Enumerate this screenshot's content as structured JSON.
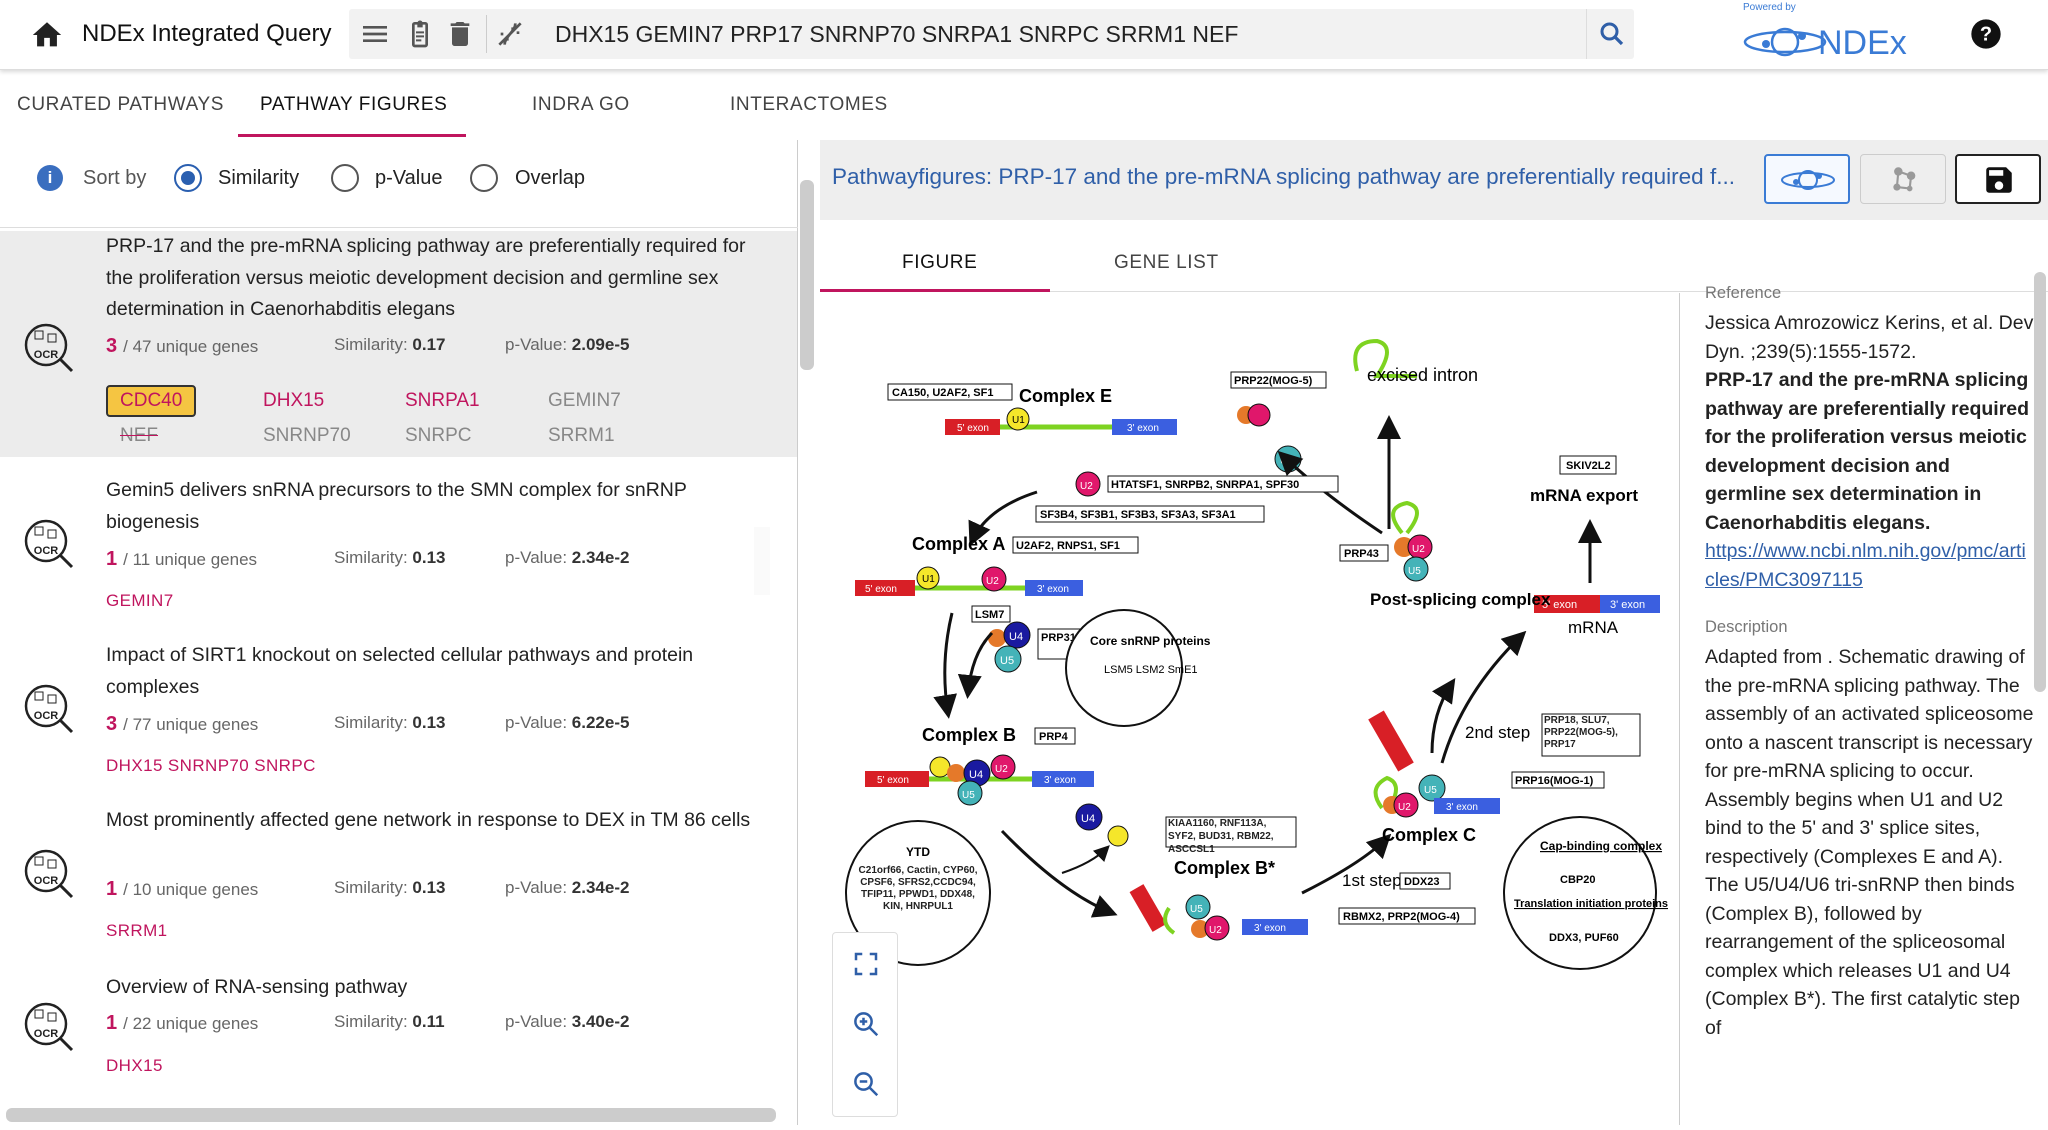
{
  "app": {
    "title": "NDEx Integrated Query",
    "query": "DHX15 GEMIN7 PRP17 SNRNP70 SNRPA1 SNRPC SRRM1 NEF",
    "powered_by": "Powered by",
    "logo_text": "NDEx"
  },
  "tabs": [
    {
      "label": "CURATED PATHWAYS"
    },
    {
      "label": "PATHWAY FIGURES"
    },
    {
      "label": "INDRA GO"
    },
    {
      "label": "INTERACTOMES"
    }
  ],
  "sort": {
    "label": "Sort by",
    "options": [
      "Similarity",
      "p-Value",
      "Overlap"
    ],
    "selected": "Similarity"
  },
  "results": [
    {
      "title": "PRP-17 and the pre-mRNA splicing pathway are preferentially required for the proliferation versus meiotic development decision and germline sex determination in Caenorhabditis elegans",
      "hits": "3",
      "total": "/ 47 unique genes",
      "similarity_label": "Similarity:",
      "similarity": "0.17",
      "pvalue_label": "p-Value:",
      "pvalue": "2.09e-5",
      "genes": [
        "CDC40",
        "DHX15",
        "SNRPA1",
        "GEMIN7",
        "NEF",
        "SNRNP70",
        "SNRPC",
        "SRRM1"
      ]
    },
    {
      "title": "Gemin5 delivers snRNA precursors to the SMN complex for snRNP biogenesis",
      "hits": "1",
      "total": "/ 11 unique genes",
      "similarity_label": "Similarity:",
      "similarity": "0.13",
      "pvalue_label": "p-Value:",
      "pvalue": "2.34e-2",
      "genes": "GEMIN7"
    },
    {
      "title": "Impact of SIRT1 knockout on selected cellular pathways and protein complexes",
      "hits": "3",
      "total": "/ 77 unique genes",
      "similarity_label": "Similarity:",
      "similarity": "0.13",
      "pvalue_label": "p-Value:",
      "pvalue": "6.22e-5",
      "genes": "DHX15 SNRNP70 SNRPC"
    },
    {
      "title": "Most prominently affected gene network in response to DEX in TM 86 cells",
      "hits": "1",
      "total": "/ 10 unique genes",
      "similarity_label": "Similarity:",
      "similarity": "0.13",
      "pvalue_label": "p-Value:",
      "pvalue": "2.34e-2",
      "genes": "SRRM1"
    },
    {
      "title": "Overview of RNA-sensing pathway",
      "hits": "1",
      "total": "/ 22 unique genes",
      "similarity_label": "Similarity:",
      "similarity": "0.11",
      "pvalue_label": "p-Value:",
      "pvalue": "3.40e-2",
      "genes": "DHX15"
    }
  ],
  "viewer": {
    "title": "Pathwayfigures: PRP-17 and the pre-mRNA splicing pathway are preferentially required f...",
    "tabs": [
      "FIGURE",
      "GENE LIST"
    ],
    "reference_label": "Reference",
    "reference_authors": "Jessica Amrozowicz Kerins, et al. Dev Dyn. ;239(5):1555-1572.",
    "reference_title": "PRP-17 and the pre-mRNA splicing pathway are preferentially required for the proliferation versus meiotic development decision and germline sex determination in Caenorhabditis elegans.",
    "reference_link": "https://www.ncbi.nlm.nih.gov/pmc/articles/PMC3097115",
    "description_label": "Description",
    "description": "Adapted from . Schematic drawing of the pre-mRNA splicing pathway. The assembly of an activated spliceosome onto a nascent transcript is necessary for pre-mRNA splicing to occur. Assembly begins when U1 and U2 bind to the 5' and 3' splice sites, respectively (Complexes E and A). The U5/U4/U6 tri-snRNP then binds (Complex B), followed by rearrangement of the spliceosomal complex which releases U1 and U4 (Complex B*). The first catalytic step of"
  },
  "figure_labels": {
    "complexE": "Complex E",
    "complexA": "Complex A",
    "complexB": "Complex B",
    "complexBstar": "Complex B*",
    "complexC": "Complex C",
    "postsplice": "Post-splicing complex",
    "excised": "excised intron",
    "mrna_export": "mRNA export",
    "mrna": "mRNA",
    "step1": "1st step",
    "step2": "2nd step",
    "exon5": "5' exon",
    "exon3": "3' exon",
    "boxE": "CA150, U2AF2, SF1",
    "boxPRP22": "PRP22(MOG-5)",
    "boxSKIV": "SKIV2L2",
    "boxHTATSF": "HTATSF1, SNRPB2, SNRPA1, SPF30",
    "boxSF3": "SF3B4, SF3B1, SF3B3, SF3A3, SF3A1",
    "boxU2AF": "U2AF2, RNPS1, SF1",
    "boxPRP43": "PRP43",
    "boxLSM7": "LSM7",
    "boxPRP31": "PRP31, SART1, ZMAT2",
    "boxPRP4": "PRP4",
    "boxPRP18": "PRP18, SLU7, PRP22(MOG-5), PRP17",
    "boxPRP16": "PRP16(MOG-1)",
    "boxKIAA": "KIAA1160, RNF113A, SYF2, BUD31, RBM22, ASCCSL1",
    "boxDDX23": "DDX23",
    "boxRBMX": "RBMX2, PRP2(MOG-4)",
    "core": "Core snRNP proteins",
    "coreList": "LSM5 LSM2 SmE1",
    "ytd": "YTD",
    "ytdList": "C21orf66, Cactin, CYP60, CPSF6, SFRS2,CCDC94, TFIP11, PPWD1, DDX48, KIN, HNRPUL1",
    "cap": "Cap-binding complex",
    "capList": "CBP20",
    "trans": "Translation initiation proteins",
    "transList": "DDX3, PUF60"
  }
}
